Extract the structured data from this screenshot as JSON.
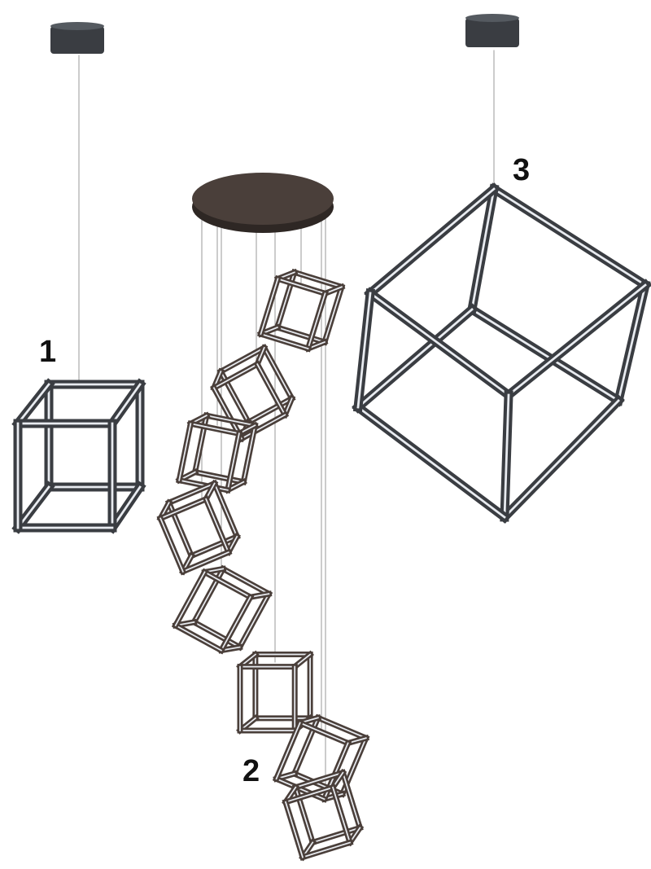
{
  "labels": {
    "lamp1": "1",
    "lamp2": "2",
    "lamp3": "3"
  },
  "colors": {
    "graphite": "#3a3d42",
    "bronze": "#4a3f3a",
    "glow": "#e8ebf0",
    "wire": "#9a9a9a"
  }
}
